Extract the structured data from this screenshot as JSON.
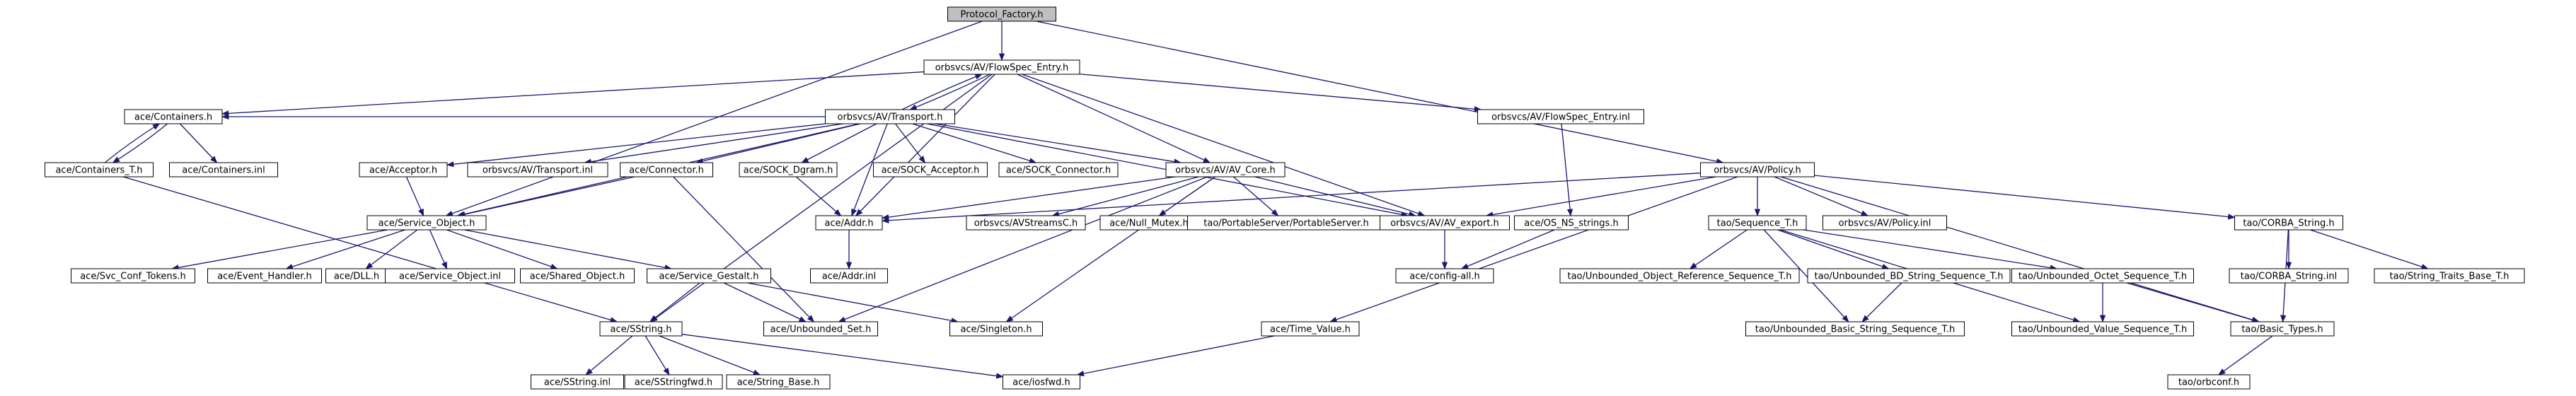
{
  "diagram": {
    "nodes": [
      {
        "id": "protocol_factory",
        "label": "Protocol_Factory.h",
        "border": "#000000",
        "root": true
      },
      {
        "id": "flowspec_entry",
        "label": "orbsvcs/AV/FlowSpec_Entry.h",
        "border": "#000000"
      },
      {
        "id": "containers_h",
        "label": "ace/Containers.h",
        "border": "#000000"
      },
      {
        "id": "transport_h",
        "label": "orbsvcs/AV/Transport.h",
        "border": "#000000"
      },
      {
        "id": "flowspec_inl",
        "label": "orbsvcs/AV/FlowSpec_Entry.inl",
        "border": "#000000"
      },
      {
        "id": "policy_h",
        "label": "orbsvcs/AV/Policy.h",
        "border": "#000000"
      },
      {
        "id": "containers_t",
        "label": "ace/Containers_T.h",
        "border": "#ff0000"
      },
      {
        "id": "containers_inl",
        "label": "ace/Containers.inl",
        "border": "#000000"
      },
      {
        "id": "acceptor_h",
        "label": "ace/Acceptor.h",
        "border": "#ff0000"
      },
      {
        "id": "transport_inl",
        "label": "orbsvcs/AV/Transport.inl",
        "border": "#000000"
      },
      {
        "id": "connector_h",
        "label": "ace/Connector.h",
        "border": "#ff0000"
      },
      {
        "id": "sock_dgram",
        "label": "ace/SOCK_Dgram.h",
        "border": "#ff0000"
      },
      {
        "id": "sock_acceptor",
        "label": "ace/SOCK_Acceptor.h",
        "border": "#ff0000"
      },
      {
        "id": "sock_connector",
        "label": "ace/SOCK_Connector.h",
        "border": "#ff0000"
      },
      {
        "id": "av_core",
        "label": "orbsvcs/AV/AV_Core.h",
        "border": "#000000"
      },
      {
        "id": "service_object",
        "label": "ace/Service_Object.h",
        "border": "#000000"
      },
      {
        "id": "addr_h",
        "label": "ace/Addr.h",
        "border": "#000000"
      },
      {
        "id": "avstreamsc",
        "label": "orbsvcs/AVStreamsC.h",
        "border": "#bfbfbf"
      },
      {
        "id": "null_mutex",
        "label": "ace/Null_Mutex.h",
        "border": "#ff0000"
      },
      {
        "id": "portable_server",
        "label": "tao/PortableServer/PortableServer.h",
        "border": "#bfbfbf"
      },
      {
        "id": "av_export",
        "label": "orbsvcs/AV/AV_export.h",
        "border": "#000000"
      },
      {
        "id": "os_ns_strings",
        "label": "ace/OS_NS_strings.h",
        "border": "#ff0000"
      },
      {
        "id": "sequence_t",
        "label": "tao/Sequence_T.h",
        "border": "#ff0000"
      },
      {
        "id": "policy_inl",
        "label": "orbsvcs/AV/Policy.inl",
        "border": "#000000"
      },
      {
        "id": "corba_string",
        "label": "tao/CORBA_String.h",
        "border": "#000000"
      },
      {
        "id": "svc_conf_tokens",
        "label": "ace/Svc_Conf_Tokens.h",
        "border": "#ff0000"
      },
      {
        "id": "event_handler",
        "label": "ace/Event_Handler.h",
        "border": "#ff0000"
      },
      {
        "id": "dll_h",
        "label": "ace/DLL.h",
        "border": "#ff0000"
      },
      {
        "id": "service_object_inl",
        "label": "ace/Service_Object.inl",
        "border": "#000000"
      },
      {
        "id": "shared_object",
        "label": "ace/Shared_Object.h",
        "border": "#ff0000"
      },
      {
        "id": "service_gestalt",
        "label": "ace/Service_Gestalt.h",
        "border": "#ff0000"
      },
      {
        "id": "addr_inl",
        "label": "ace/Addr.inl",
        "border": "#000000"
      },
      {
        "id": "config_all",
        "label": "ace/config-all.h",
        "border": "#ff0000"
      },
      {
        "id": "unb_obj_ref_seq",
        "label": "tao/Unbounded_Object_Reference_Sequence_T.h",
        "border": "#ff0000"
      },
      {
        "id": "unb_bd_string_seq",
        "label": "tao/Unbounded_BD_String_Sequence_T.h",
        "border": "#000000"
      },
      {
        "id": "unb_octet_seq",
        "label": "tao/Unbounded_Octet_Sequence_T.h",
        "border": "#ff0000"
      },
      {
        "id": "corba_string_inl",
        "label": "tao/CORBA_String.inl",
        "border": "#000000"
      },
      {
        "id": "string_traits_base",
        "label": "tao/String_Traits_Base_T.h",
        "border": "#ff0000"
      },
      {
        "id": "sstring_h",
        "label": "ace/SString.h",
        "border": "#000000"
      },
      {
        "id": "unbounded_set",
        "label": "ace/Unbounded_Set.h",
        "border": "#ff0000"
      },
      {
        "id": "singleton_h",
        "label": "ace/Singleton.h",
        "border": "#ff0000"
      },
      {
        "id": "time_value",
        "label": "ace/Time_Value.h",
        "border": "#ff0000"
      },
      {
        "id": "unb_basic_string_seq",
        "label": "tao/Unbounded_Basic_String_Sequence_T.h",
        "border": "#ff0000"
      },
      {
        "id": "unb_value_seq",
        "label": "tao/Unbounded_Value_Sequence_T.h",
        "border": "#ff0000"
      },
      {
        "id": "basic_types",
        "label": "tao/Basic_Types.h",
        "border": "#000000"
      },
      {
        "id": "sstring_inl",
        "label": "ace/SString.inl",
        "border": "#ff0000"
      },
      {
        "id": "sstringfwd",
        "label": "ace/SStringfwd.h",
        "border": "#ff0000"
      },
      {
        "id": "string_base",
        "label": "ace/String_Base.h",
        "border": "#ff0000"
      },
      {
        "id": "iosfwd",
        "label": "ace/iosfwd.h",
        "border": "#000000"
      },
      {
        "id": "orbconf",
        "label": "tao/orbconf.h",
        "border": "#000000"
      }
    ],
    "edges": [
      [
        "protocol_factory",
        "flowspec_entry"
      ],
      [
        "protocol_factory",
        "service_object"
      ],
      [
        "protocol_factory",
        "policy_h"
      ],
      [
        "flowspec_entry",
        "containers_h"
      ],
      [
        "flowspec_entry",
        "transport_h"
      ],
      [
        "flowspec_entry",
        "flowspec_inl"
      ],
      [
        "flowspec_entry",
        "av_core"
      ],
      [
        "flowspec_entry",
        "av_export"
      ],
      [
        "flowspec_entry",
        "addr_h"
      ],
      [
        "flowspec_entry",
        "sstring_h"
      ],
      [
        "transport_h",
        "flowspec_entry"
      ],
      [
        "transport_h",
        "containers_h"
      ],
      [
        "transport_h",
        "acceptor_h"
      ],
      [
        "transport_h",
        "transport_inl"
      ],
      [
        "transport_h",
        "connector_h"
      ],
      [
        "transport_h",
        "sock_dgram"
      ],
      [
        "transport_h",
        "sock_acceptor"
      ],
      [
        "transport_h",
        "sock_connector"
      ],
      [
        "transport_h",
        "av_core"
      ],
      [
        "transport_h",
        "service_object"
      ],
      [
        "transport_h",
        "addr_h"
      ],
      [
        "transport_h",
        "av_export"
      ],
      [
        "containers_h",
        "containers_t"
      ],
      [
        "containers_h",
        "containers_inl"
      ],
      [
        "containers_t",
        "containers_h"
      ],
      [
        "containers_t",
        "sstring_h"
      ],
      [
        "flowspec_inl",
        "os_ns_strings"
      ],
      [
        "policy_h",
        "addr_h"
      ],
      [
        "policy_h",
        "av_export"
      ],
      [
        "policy_h",
        "sequence_t"
      ],
      [
        "policy_h",
        "policy_inl"
      ],
      [
        "policy_h",
        "corba_string"
      ],
      [
        "policy_h",
        "time_value"
      ],
      [
        "policy_h",
        "basic_types"
      ],
      [
        "acceptor_h",
        "service_object"
      ],
      [
        "connector_h",
        "service_object"
      ],
      [
        "connector_h",
        "unbounded_set"
      ],
      [
        "sock_dgram",
        "addr_h"
      ],
      [
        "av_core",
        "addr_h"
      ],
      [
        "av_core",
        "avstreamsc"
      ],
      [
        "av_core",
        "null_mutex"
      ],
      [
        "av_core",
        "portable_server"
      ],
      [
        "av_core",
        "av_export"
      ],
      [
        "av_core",
        "singleton_h"
      ],
      [
        "av_core",
        "unbounded_set"
      ],
      [
        "service_object",
        "svc_conf_tokens"
      ],
      [
        "service_object",
        "event_handler"
      ],
      [
        "service_object",
        "dll_h"
      ],
      [
        "service_object",
        "service_object_inl"
      ],
      [
        "service_object",
        "shared_object"
      ],
      [
        "service_object",
        "service_gestalt"
      ],
      [
        "addr_h",
        "addr_inl"
      ],
      [
        "av_export",
        "config_all"
      ],
      [
        "os_ns_strings",
        "config_all"
      ],
      [
        "sequence_t",
        "unb_obj_ref_seq"
      ],
      [
        "sequence_t",
        "unb_bd_string_seq"
      ],
      [
        "sequence_t",
        "unb_octet_seq"
      ],
      [
        "sequence_t",
        "unb_basic_string_seq"
      ],
      [
        "sequence_t",
        "unb_value_seq"
      ],
      [
        "unb_bd_string_seq",
        "unb_basic_string_seq"
      ],
      [
        "unb_octet_seq",
        "unb_value_seq"
      ],
      [
        "unb_octet_seq",
        "basic_types"
      ],
      [
        "corba_string",
        "corba_string_inl"
      ],
      [
        "corba_string",
        "string_traits_base"
      ],
      [
        "corba_string",
        "basic_types"
      ],
      [
        "service_gestalt",
        "sstring_h"
      ],
      [
        "service_gestalt",
        "unbounded_set"
      ],
      [
        "service_gestalt",
        "singleton_h"
      ],
      [
        "sstring_h",
        "sstring_inl"
      ],
      [
        "sstring_h",
        "sstringfwd"
      ],
      [
        "sstring_h",
        "string_base"
      ],
      [
        "sstring_h",
        "iosfwd"
      ],
      [
        "time_value",
        "iosfwd"
      ],
      [
        "basic_types",
        "orbconf"
      ]
    ]
  }
}
